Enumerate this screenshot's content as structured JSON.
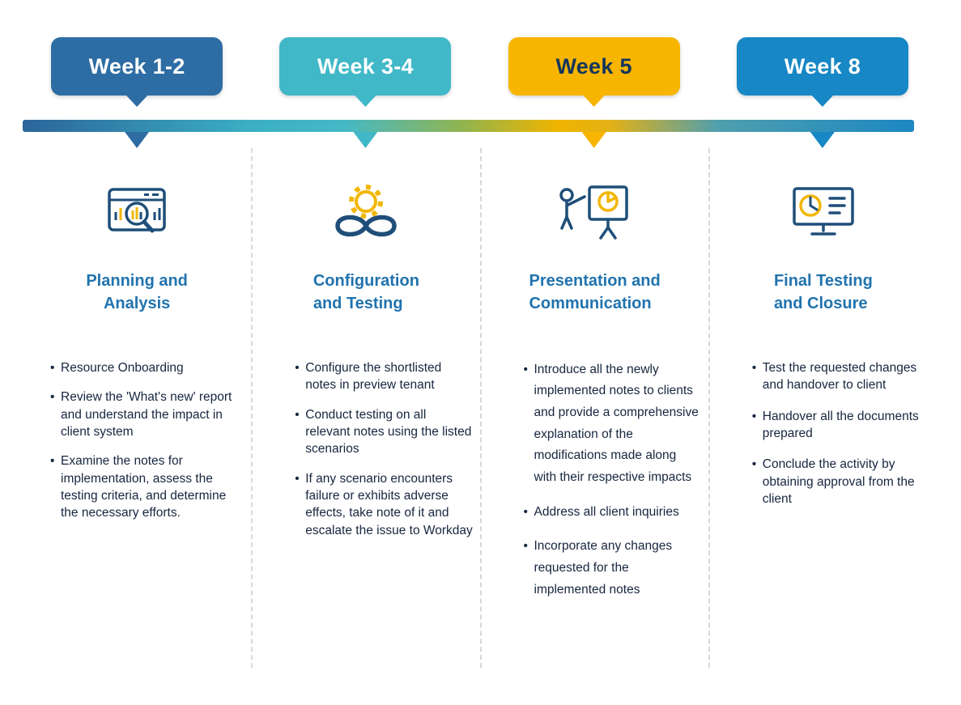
{
  "timeline": {
    "gradient_stops": [
      "#2b659a 0%",
      "#3bb0c4 26%",
      "#44b9c6 36%",
      "#96b44a 50%",
      "#f0b400 60%",
      "#e3b117 66%",
      "#4f9fae 78%",
      "#1c87c2 100%"
    ]
  },
  "styles": {
    "heading_color": "#2173ae",
    "body_text_color": "#17263f",
    "accent_yellow": "#f2b705",
    "accent_blue": "#1f4e79",
    "divider_color": "#d5d8dd"
  },
  "columns": [
    {
      "week_label": "Week 1-2",
      "badge_color": "#2e6da4",
      "badge_text_color": "#ffffff",
      "icon": "window-magnifier-chart-icon",
      "title_line1": "Planning and",
      "title_line2": "Analysis",
      "bullets": [
        "Resource Onboarding",
        "Review the 'What's new' report and understand the impact in client system",
        "Examine the notes for implementation, assess the testing criteria, and determine the necessary efforts."
      ]
    },
    {
      "week_label": "Week 3-4",
      "badge_color": "#41b8c8",
      "badge_text_color": "#ffffff",
      "icon": "gear-infinity-icon",
      "title_line1": "Configuration",
      "title_line2": "and Testing",
      "bullets": [
        "Configure the shortlisted notes in preview tenant",
        "Conduct testing on all relevant notes using the listed scenarios",
        "If any scenario encounters failure or exhibits adverse effects, take note of it and escalate the issue to Workday"
      ]
    },
    {
      "week_label": "Week 5",
      "badge_color": "#f7b500",
      "badge_text_color": "#14355c",
      "icon": "presenter-whiteboard-pie-icon",
      "title_line1": "Presentation and",
      "title_line2": "Communication",
      "bullets": [
        "Introduce all the newly implemented notes to clients and provide a comprehensive explanation of the modifications made along with their respective impacts",
        "Address all client inquiries",
        "Incorporate any changes requested for the implemented notes"
      ]
    },
    {
      "week_label": "Week 8",
      "badge_color": "#1787c5",
      "badge_text_color": "#ffffff",
      "icon": "monitor-clock-list-icon",
      "title_line1": "Final Testing",
      "title_line2": "and Closure",
      "bullets": [
        "Test the requested changes and handover to client",
        "Handover all the documents prepared",
        "Conclude the activity by obtaining approval from the client"
      ]
    }
  ]
}
